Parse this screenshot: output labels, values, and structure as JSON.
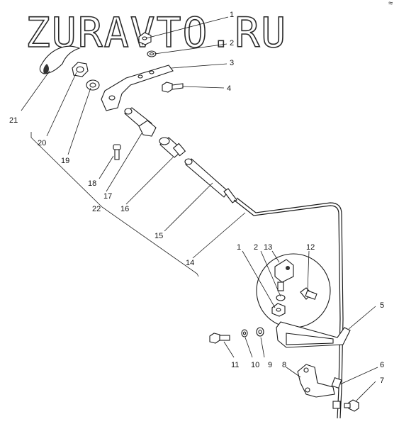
{
  "watermark": {
    "text": "ZURAVTO.RU"
  },
  "callouts": [
    "1",
    "2",
    "3",
    "4",
    "5",
    "6",
    "7",
    "8",
    "9",
    "10",
    "11",
    "12",
    "13",
    "14",
    "15",
    "16",
    "17",
    "18",
    "19",
    "20",
    "21",
    "22",
    "1",
    "2"
  ],
  "corner_mark": "≈"
}
